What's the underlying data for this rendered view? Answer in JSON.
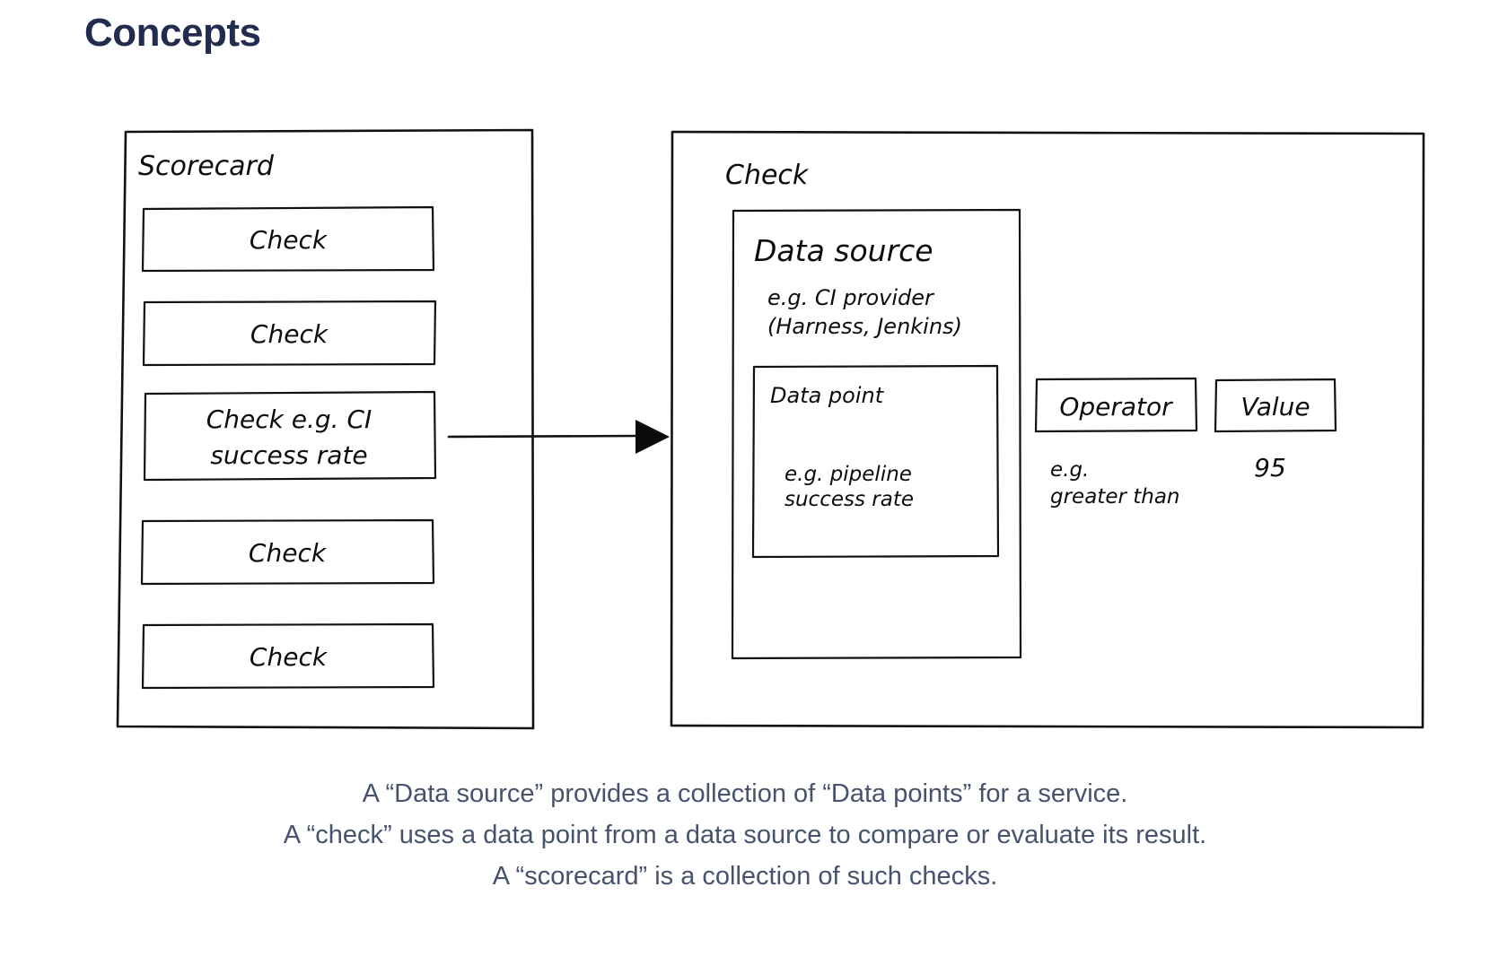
{
  "page": {
    "title": "Concepts",
    "title_color": "#222c4e",
    "background": "#ffffff",
    "stroke_color": "#111111",
    "caption_color": "#47536e"
  },
  "diagram": {
    "scorecard": {
      "label": "Scorecard",
      "checks": [
        {
          "label": "Check"
        },
        {
          "label": "Check"
        },
        {
          "label": "Check e.g. CI",
          "label_line2": "success rate"
        },
        {
          "label": "Check"
        },
        {
          "label": "Check"
        }
      ]
    },
    "connector": {
      "name": "arrow",
      "from": "check-ci-success-rate",
      "to": "check-detail-box"
    },
    "check_detail": {
      "label": "Check",
      "data_source": {
        "label": "Data source",
        "example_line1": "e.g. CI provider",
        "example_line2": "(Harness, Jenkins)",
        "data_point": {
          "label": "Data point",
          "example_line1": "e.g. pipeline",
          "example_line2": "success rate"
        }
      },
      "operator": {
        "label": "Operator",
        "example_line1": "e.g.",
        "example_line2": "greater than"
      },
      "value": {
        "label": "Value",
        "example": "95"
      }
    }
  },
  "caption": {
    "line1": "A “Data source” provides a collection of “Data points” for a service.",
    "line2": "A “check” uses a data point from a data source to compare or evaluate its result.",
    "line3": "A “scorecard” is a collection of such checks."
  }
}
